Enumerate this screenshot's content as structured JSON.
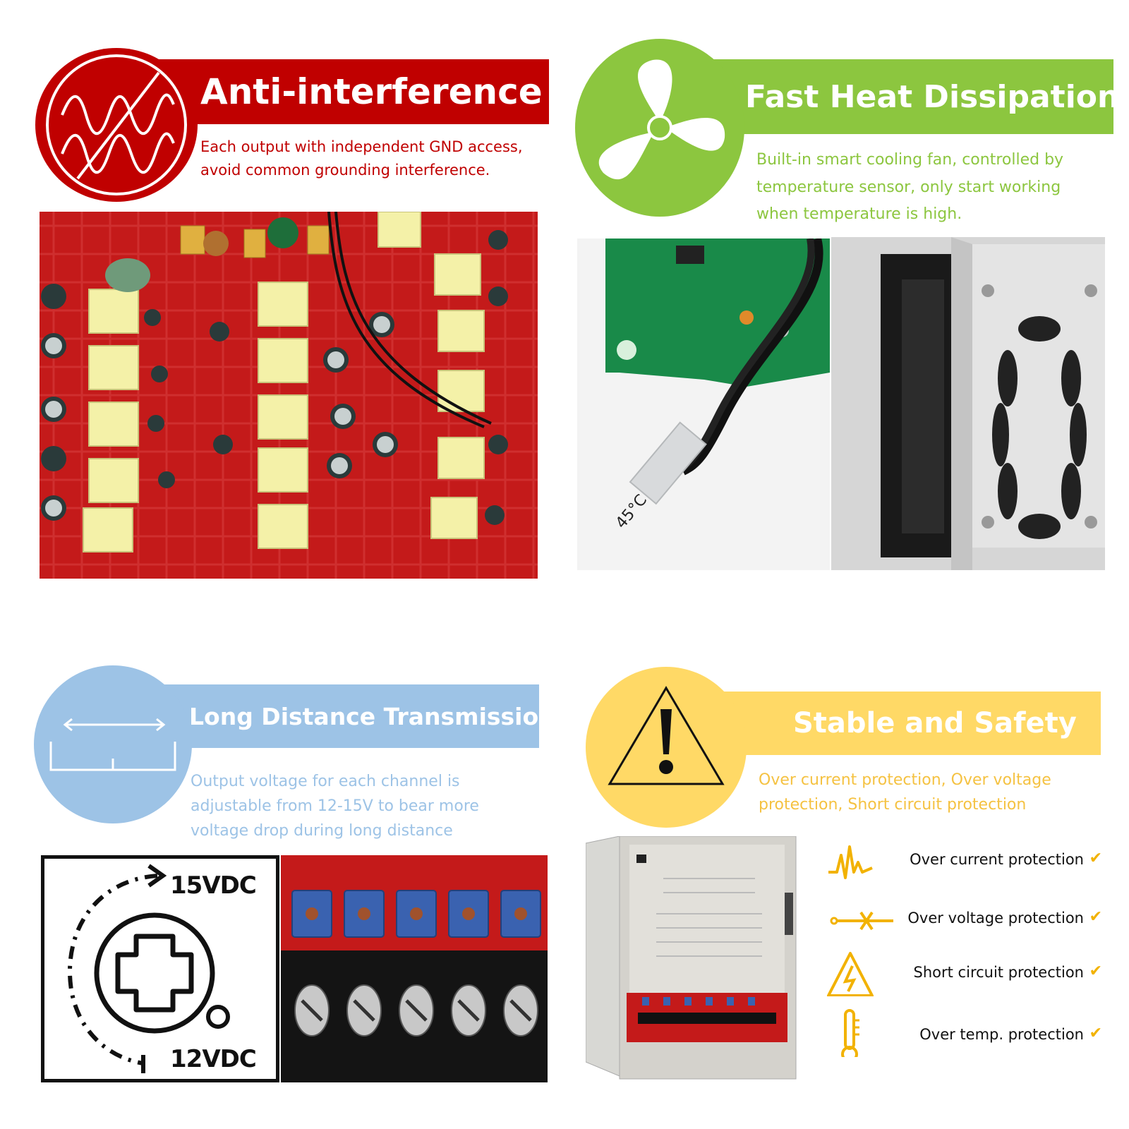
{
  "colors": {
    "red": "#c00000",
    "green": "#8cc63f",
    "blue": "#9dc3e6",
    "yellow": "#ffd966",
    "yellow_text": "#f5c242",
    "orange_icon": "#f2b200"
  },
  "sections": {
    "anti": {
      "title": "Anti-interference",
      "desc_line1": "Each output with independent GND access,",
      "desc_line2": "avoid common grounding interference."
    },
    "heat": {
      "title": "Fast Heat Dissipation",
      "desc_line1": "Built-in smart cooling fan, controlled by",
      "desc_line2": "temperature sensor, only start working",
      "desc_line3": "when temperature is high.",
      "sensor_label": "45°C"
    },
    "distance": {
      "title": "Long Distance Transmission",
      "desc_line1": "Output voltage for each channel is",
      "desc_line2": "adjustable from 12-15V to bear more",
      "desc_line3": "voltage drop during long distance",
      "max_voltage": "15VDC",
      "min_voltage": "12VDC"
    },
    "safety": {
      "title": "Stable and Safety",
      "desc_line1": "Over current protection, Over voltage",
      "desc_line2": "protection, Short circuit protection",
      "protections": [
        {
          "label": "Over current protection",
          "icon": "current-wave-icon"
        },
        {
          "label": "Over voltage protection",
          "icon": "voltage-cross-icon"
        },
        {
          "label": "Short circuit protection",
          "icon": "lightning-triangle-icon"
        },
        {
          "label": "Over temp.  protection",
          "icon": "thermometer-icon"
        }
      ],
      "check": "✔"
    }
  }
}
